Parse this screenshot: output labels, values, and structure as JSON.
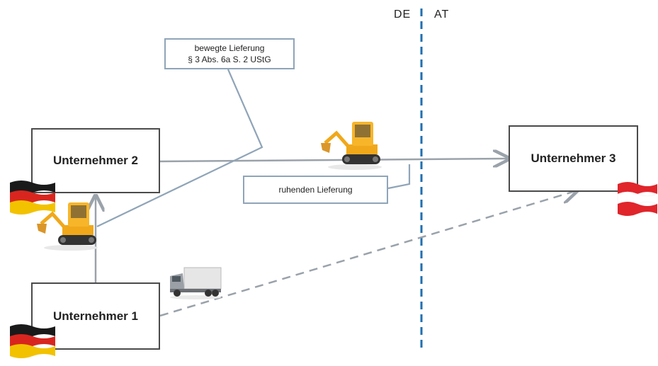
{
  "border": {
    "left": "DE",
    "right": "AT"
  },
  "companies": {
    "u1": "Unternehmer 1",
    "u2": "Unternehmer 2",
    "u3": "Unternehmer 3"
  },
  "callouts": {
    "moving": {
      "line1": "bewegte Lieferung",
      "line2": "§ 3 Abs. 6a S. 2 UStG"
    },
    "resting": "ruhenden Lieferung"
  },
  "icons": {
    "flag_de": "german-flag-icon",
    "flag_at": "austrian-flag-icon",
    "excavator": "excavator-icon",
    "truck": "truck-icon"
  },
  "colors": {
    "arrow": "#9aa2aa",
    "border_line": "#1f6fb2",
    "callout_border": "#8fa4b8",
    "box_border": "#4a4a4a"
  }
}
